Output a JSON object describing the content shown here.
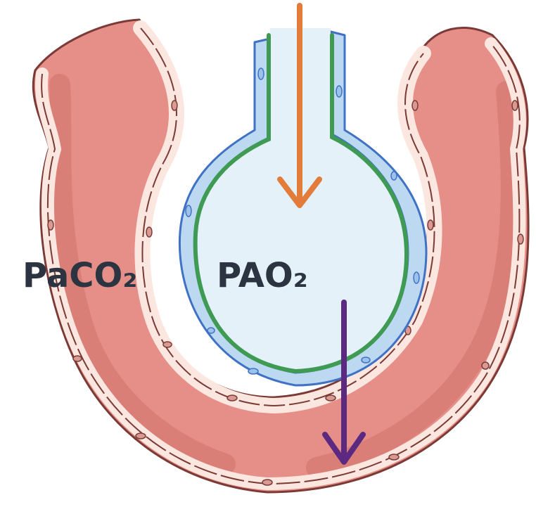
{
  "labels": {
    "left": "PaCO₂",
    "center": "PAO₂"
  },
  "colors": {
    "capillary_fill": "#e58f88",
    "capillary_shade": "#cf726c",
    "capillary_outline": "#7b3a36",
    "endothelium_fill": "#fbe7df",
    "endothelium_nucleus": "#d89a92",
    "epithelium_fill": "#bdd9f2",
    "epithelium_outline": "#3f72c4",
    "basement_membrane": "#3f9b54",
    "alveolar_air": "#e4f1f8",
    "inflow_arrow": "#e37b3a",
    "diffusion_arrow": "#5b2a80",
    "label_text": "#2b3440"
  },
  "icons": {
    "inflow": "orange-down-arrow",
    "diffusion": "purple-down-arrow"
  }
}
